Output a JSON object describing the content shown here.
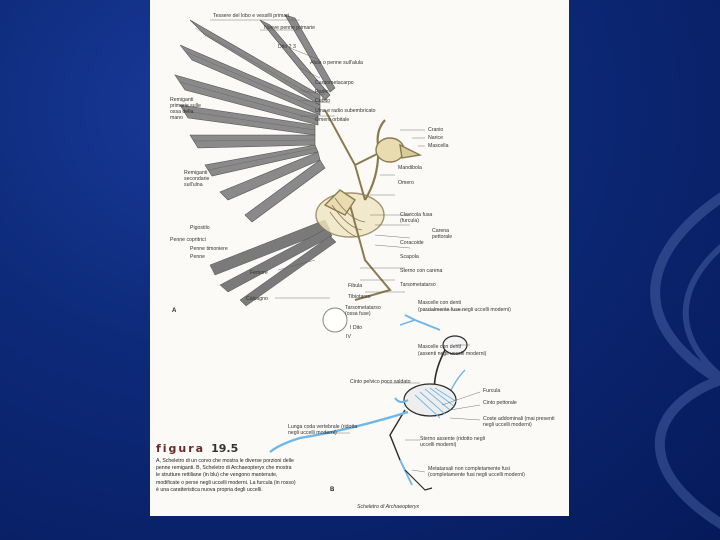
{
  "panel_a": "A",
  "panel_b": "B",
  "labels_a": {
    "feather_shafts": "Tessere del lobo e vessilli primari",
    "primaries": "Nuove penne primarie",
    "digit2": "Dito 2 3",
    "alula": "Alula o penne sull'alula",
    "carpometacarpus": "Carpometacarpo",
    "radius": "Radio",
    "ulna": "Cubito",
    "ulna_ligament": "Ulna e radio subembricato",
    "humerus_orbit": "Omero orbitale",
    "quill_primaries": "Remiganti primarie sulle ossa della mano",
    "cranium": "Cranio",
    "nostril": "Narice",
    "mandible": "Mascella",
    "secondaries": "Remiganti secondarie sull'ulna",
    "mandible_lower": "Mandibola",
    "humerus": "Omero",
    "clavicle": "Clavicola fusa (furcula)",
    "coracoid": "Coracoide",
    "pygostyle": "Pigostilo",
    "sternum_keel": "Sterno con carena",
    "keel": "Carena pettorale",
    "scapula": "Scapola",
    "tail_coverts_top": "Penne copritrici",
    "tail_coverts_mid": "Penne timoniere",
    "tail_feathers": "Penne",
    "femur": "Femore",
    "fibula": "Fibula",
    "tibiotarsus": "Tibiotarso",
    "calcaneus": "Calcagno",
    "tarsometatarsus": "Tarsometatarso",
    "digit_one": "I Dito",
    "digit_four": "IV",
    "hallux_note": "Tarsometatarso (ossa fuse)"
  },
  "labels_b": {
    "teeth_jaw": "Mascelle con denti",
    "teeth_note": "(parzialmente fuse negli uccelli moderni)",
    "teeth2": "Mascelle con denti",
    "teeth2_note": "(assenti negli uccelli moderni)",
    "pelvic_girdle": "Cinto pelvico poco saldato",
    "furcula": "Furcula",
    "pectoral_girdle": "Cinto pettorale",
    "gastralia": "Coste addominali (mai presenti negli uccelli moderni)",
    "long_tail": "Lunga coda vertebrale (ridotta negli uccelli moderni)",
    "sternum_absent": "Sterno assente (ridotto negli uccelli moderni)",
    "metatarsals": "Metatarsali non completamente fusi (completamente fusi negli uccelli moderni)",
    "archaeopteryx": "Scheletro di Archaeopteryx"
  },
  "caption": {
    "title": "figura",
    "number": "19.5",
    "text": "A, Scheletro di un corvo che mostra le diverse porzioni delle penne remiganti. B, Scheletro di Archaeopteryx che mostra le strutture rettiliane (in blu) che vengono mantenute, modificate o perse negli uccelli moderni. La furcula (in rosso) è una caratteristica nuova propria degli uccelli."
  },
  "colors": {
    "slide_bg": "#0d2a7a",
    "figure_bg": "#fbfaf6",
    "bone": "#e8dcb0",
    "reptile_blue": "#6fb7e8",
    "feather": "#6a6a6a"
  }
}
